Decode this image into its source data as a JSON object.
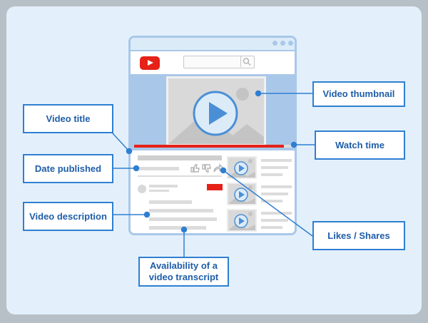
{
  "colors": {
    "background": "#b8c0c7",
    "panel": "#e3f0fb",
    "accent": "#2f7fd1",
    "label_text": "#1f5ea8",
    "youtube_red": "#e62117",
    "frame": "#a9c8e9"
  },
  "mockup": {
    "logo": "youtube-logo-icon",
    "search_icon": "search-icon",
    "thumbnail_icon": "play-icon",
    "engagement_icons": [
      "thumbs-up-icon",
      "thumbs-down-icon",
      "share-icon"
    ]
  },
  "callouts": {
    "video_thumbnail": "Video thumbnail",
    "video_title": "Video title",
    "watch_time": "Watch time",
    "date_published": "Date published",
    "video_description": "Video description",
    "likes_shares": "Likes / Shares",
    "transcript_line1": "Availability of a",
    "transcript_line2": "video transcript"
  }
}
